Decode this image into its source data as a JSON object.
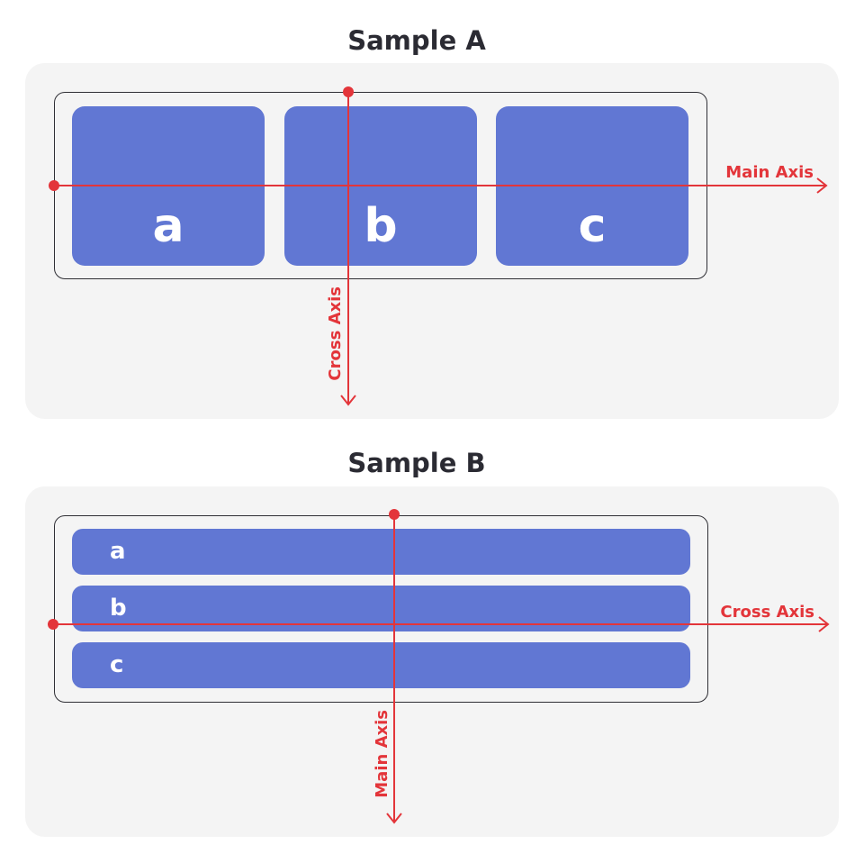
{
  "sample_a": {
    "title": "Sample A",
    "items": [
      "a",
      "b",
      "c"
    ],
    "horizontal_axis_label": "Main Axis",
    "vertical_axis_label": "Cross Axis"
  },
  "sample_b": {
    "title": "Sample B",
    "items": [
      "a",
      "b",
      "c"
    ],
    "horizontal_axis_label": "Cross Axis",
    "vertical_axis_label": "Main Axis"
  },
  "colors": {
    "item_fill": "#6177d3",
    "axis": "#e3353a",
    "panel": "#f4f4f4",
    "container_border": "#2f2f35"
  }
}
